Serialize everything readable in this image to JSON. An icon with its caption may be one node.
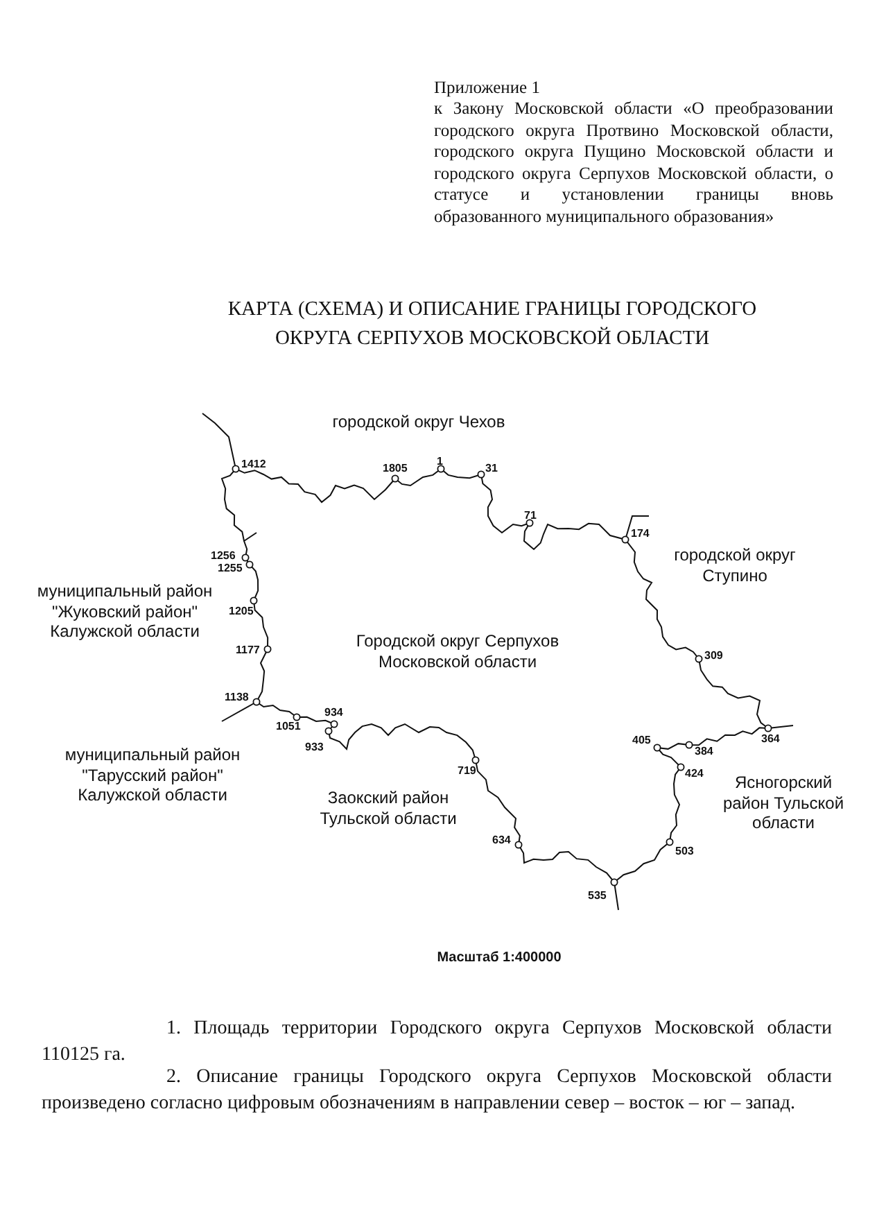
{
  "diagram": {
    "title": "КАРТА (СХЕМА) И ОПИСАНИЕ ГРАНИЦЫ ГОРОДСКОГО ОКРУГА СЕРПУХОВ МОСКОВСКОЙ ОБЛАСТИ",
    "labels": [
      "Приложение 1",
      "к Закону Московской области «О преобразовании городского округа Протвино Московской области, городского округа Пущино Московской области и городского округа Серпухов Московской области, о статусе и установлении границы вновь образованного муниципального образования»",
      "городской округ Чехов",
      "городской округ Ступино",
      "Городской округ Серпухов Московской области",
      "муниципальный район \"Жуковский район\" Калужской области",
      "муниципальный район \"Тарусский район\" Калужской области",
      "Заокский район Тульской области",
      "Ясногорский район Тульской области",
      "1412",
      "1805",
      "1",
      "31",
      "71",
      "174",
      "1256",
      "1255",
      "1205",
      "1177",
      "309",
      "1138",
      "934",
      "1051",
      "933",
      "405",
      "364",
      "384",
      "424",
      "719",
      "634",
      "503",
      "535",
      "Масштаб 1:400000",
      "1. Площадь территории Городского округа Серпухов Московской области 110125 га.",
      "2. Описание границы Городского округа Серпухов Московской области произведено согласно цифровым обозначениям в направлении север – восток – юг – запад."
    ]
  }
}
